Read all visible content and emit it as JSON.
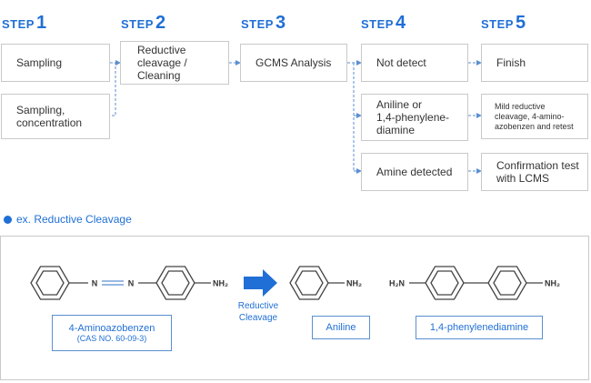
{
  "steps": [
    {
      "word": "STEP",
      "num": "1"
    },
    {
      "word": "STEP",
      "num": "2"
    },
    {
      "word": "STEP",
      "num": "3"
    },
    {
      "word": "STEP",
      "num": "4"
    },
    {
      "word": "STEP",
      "num": "5"
    }
  ],
  "boxes": {
    "sampling": "Sampling",
    "sampling_conc": [
      "Sampling,",
      "concentration"
    ],
    "reductive": [
      "Reductive",
      "cleavage /",
      "Cleaning"
    ],
    "gcms": "GCMS Analysis",
    "not_detect": "Not detect",
    "aniline_or": [
      "Aniline or",
      "1,4-phenylene-",
      "diamine"
    ],
    "amine_detected": "Amine detected",
    "finish": "Finish",
    "mild": [
      "Mild reductive",
      "cleavage, 4-amino-",
      "azobenzen and retest"
    ],
    "confirm": [
      "Confirmation test",
      "with LCMS"
    ]
  },
  "example": {
    "title": "ex. Reductive Cleavage",
    "cleavage_label": [
      "Reductive",
      "Cleavage"
    ],
    "compound1_name": "4-Aminoazobenzen",
    "compound1_cas": "(CAS NO. 60-09-3)",
    "compound2_name": "Aniline",
    "compound3_name": "1,4-phenylenediamine",
    "atom_n": "N",
    "atom_nh2": "NH₂",
    "atom_h2n": "H₂N"
  },
  "colors": {
    "accent": "#1f6fd6",
    "box_border": "#c9c9c9",
    "connector": "#5b8fd0"
  }
}
